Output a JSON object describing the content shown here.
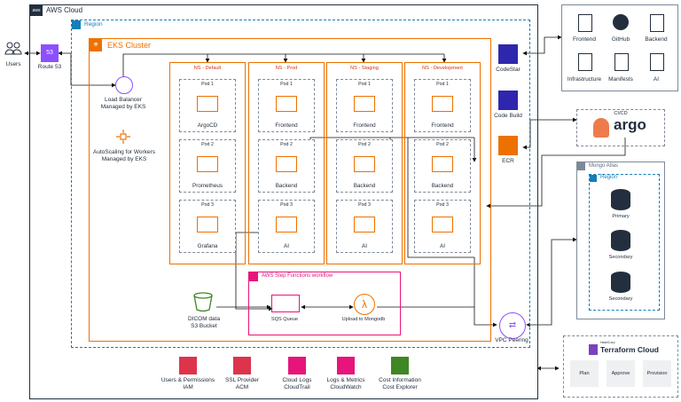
{
  "aws": {
    "title": "AWS Cloud"
  },
  "region": {
    "title": "Region"
  },
  "users": {
    "label": "Users"
  },
  "route53": {
    "label": "Route 53"
  },
  "eks": {
    "title": "EKS Cluster"
  },
  "load_balancer": {
    "line1": "Load Balancer",
    "line2": "Managed by EKS"
  },
  "autoscaling": {
    "line1": "AutoScaling for Workers",
    "line2": "Managed by EKS"
  },
  "namespaces": [
    {
      "title": "NS - Default",
      "pods": [
        {
          "title": "Pod 1",
          "name": "ArgoCD"
        },
        {
          "title": "Pod 2",
          "name": "Prometheus"
        },
        {
          "title": "Pod 3",
          "name": "Grafana"
        }
      ]
    },
    {
      "title": "NS - Prod",
      "pods": [
        {
          "title": "Pod 1",
          "name": "Frontend"
        },
        {
          "title": "Pod 2",
          "name": "Backend"
        },
        {
          "title": "Pod 3",
          "name": "AI"
        }
      ]
    },
    {
      "title": "NS - Staging",
      "pods": [
        {
          "title": "Pod 1",
          "name": "Frontend"
        },
        {
          "title": "Pod 2",
          "name": "Backend"
        },
        {
          "title": "Pod 3",
          "name": "AI"
        }
      ]
    },
    {
      "title": "NS - Development",
      "pods": [
        {
          "title": "Pod 1",
          "name": "Frontend"
        },
        {
          "title": "Pod 2",
          "name": "Backend"
        },
        {
          "title": "Pod 3",
          "name": "AI"
        }
      ]
    }
  ],
  "step_functions": {
    "title": "AWS Step Functions workflow",
    "sqs": "SQS Queue",
    "lambda": "Upload to Mongodb"
  },
  "dicom": {
    "line1": "DICOM data",
    "line2": "S3 Bucket"
  },
  "codestar": {
    "label": "CodeStar"
  },
  "codebuild": {
    "label": "Code Build"
  },
  "ecr": {
    "label": "ECR"
  },
  "vpc_peering": {
    "label": "VPC Peering"
  },
  "services": [
    {
      "line1": "Users & Permissions",
      "line2": "IAM"
    },
    {
      "line1": "SSL Provider",
      "line2": "ACM"
    },
    {
      "line1": "Cloud Logs",
      "line2": "CloudTrail"
    },
    {
      "line1": "Logs & Metrics",
      "line2": "CloudWatch"
    },
    {
      "line1": "Cost Information",
      "line2": "Cost Explorer"
    }
  ],
  "repos": [
    "Frontend",
    "GitHub",
    "Backend",
    "Infrastructure",
    "Manifests",
    "AI"
  ],
  "cicd": {
    "title": "CI/CD",
    "logo": "argo"
  },
  "mongo": {
    "title": "Mongo Atlas",
    "region": "Region",
    "nodes": [
      "Primary",
      "Secondary",
      "Secondary"
    ]
  },
  "terraform": {
    "logo_small": "HashiCorp",
    "logo": "Terraform Cloud",
    "steps": [
      "Plan",
      "Approve",
      "Provision"
    ]
  },
  "colors": {
    "aws": "#232f3e",
    "region": "#147eba",
    "eks": "#ed7100",
    "step": "#e7157b",
    "route53": "#8c4fff",
    "security": "#dd344c",
    "management": "#e7157b",
    "storage": "#3f8624",
    "argo": "#ef7b4d"
  }
}
